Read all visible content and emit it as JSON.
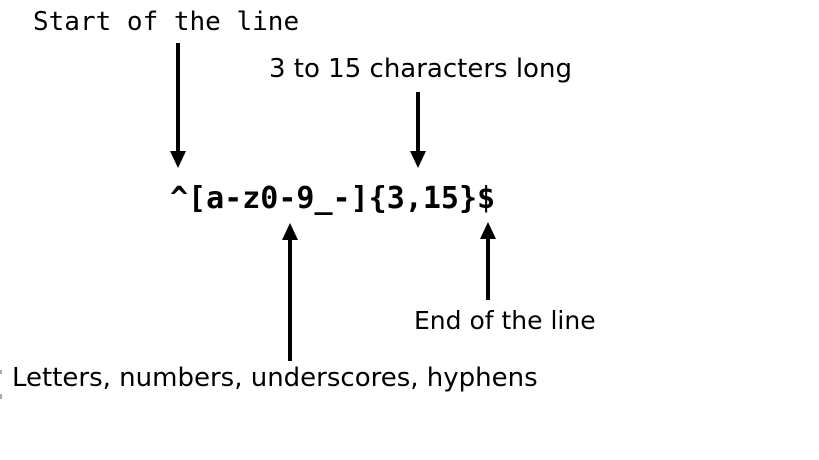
{
  "page": {
    "background_color": "#ffffff",
    "ink_color": "#000000"
  },
  "diagram": {
    "regex": "^[a-z0-9_-]{3,15}$",
    "labels": {
      "start": "Start of the line",
      "length": "3 to 15 characters long",
      "charset": "Letters, numbers, underscores, hyphens",
      "end": "End of the line"
    },
    "arrows": [
      {
        "name": "start-to-caret",
        "direction": "down",
        "label": "Start of the line",
        "points_to": "^"
      },
      {
        "name": "length-to-quantifier",
        "direction": "down",
        "label": "3 to 15 characters long",
        "points_to": "{3,15}"
      },
      {
        "name": "charset-to-class",
        "direction": "up",
        "label": "Letters, numbers, underscores, hyphens",
        "points_to": "[a-z0-9_-]"
      },
      {
        "name": "end-to-dollar",
        "direction": "up",
        "label": "End of the line",
        "points_to": "$"
      }
    ]
  }
}
